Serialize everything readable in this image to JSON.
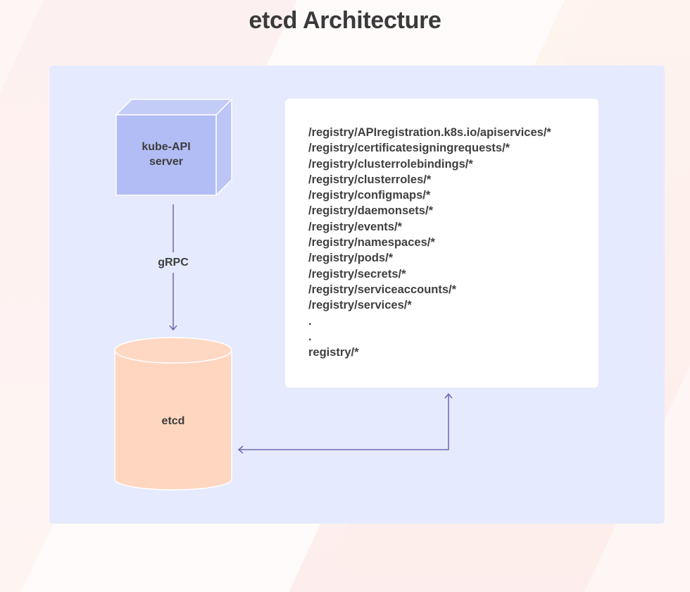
{
  "title": "etcd Architecture",
  "nodes": {
    "api_server": {
      "line1": "kube-API",
      "line2": "server",
      "shape": "cube",
      "color": "#b3bdf5"
    },
    "etcd": {
      "label": "etcd",
      "shape": "cylinder",
      "color": "#ffd6c0"
    }
  },
  "edges": {
    "api_to_etcd": {
      "label": "gRPC",
      "color": "#6a6aad"
    },
    "registry_to_etcd": {
      "label": "",
      "color": "#6a6aad"
    }
  },
  "registry": {
    "keys": [
      "/registry/APIregistration.k8s.io/apiservices/*",
      "/registry/certificatesigningrequests/*",
      "/registry/clusterrolebindings/*",
      "/registry/clusterroles/*",
      "/registry/configmaps/*",
      "/registry/daemonsets/*",
      "/registry/events/*",
      "/registry/namespaces/*",
      "/registry/pods/*",
      "/registry/secrets/*",
      "/registry/serviceaccounts/*",
      "/registry/services/*",
      ".",
      ".",
      "registry/*"
    ]
  },
  "colors": {
    "panel": "#e5eafe",
    "text": "#3d3d3d",
    "arrow": "#6a6aad"
  }
}
